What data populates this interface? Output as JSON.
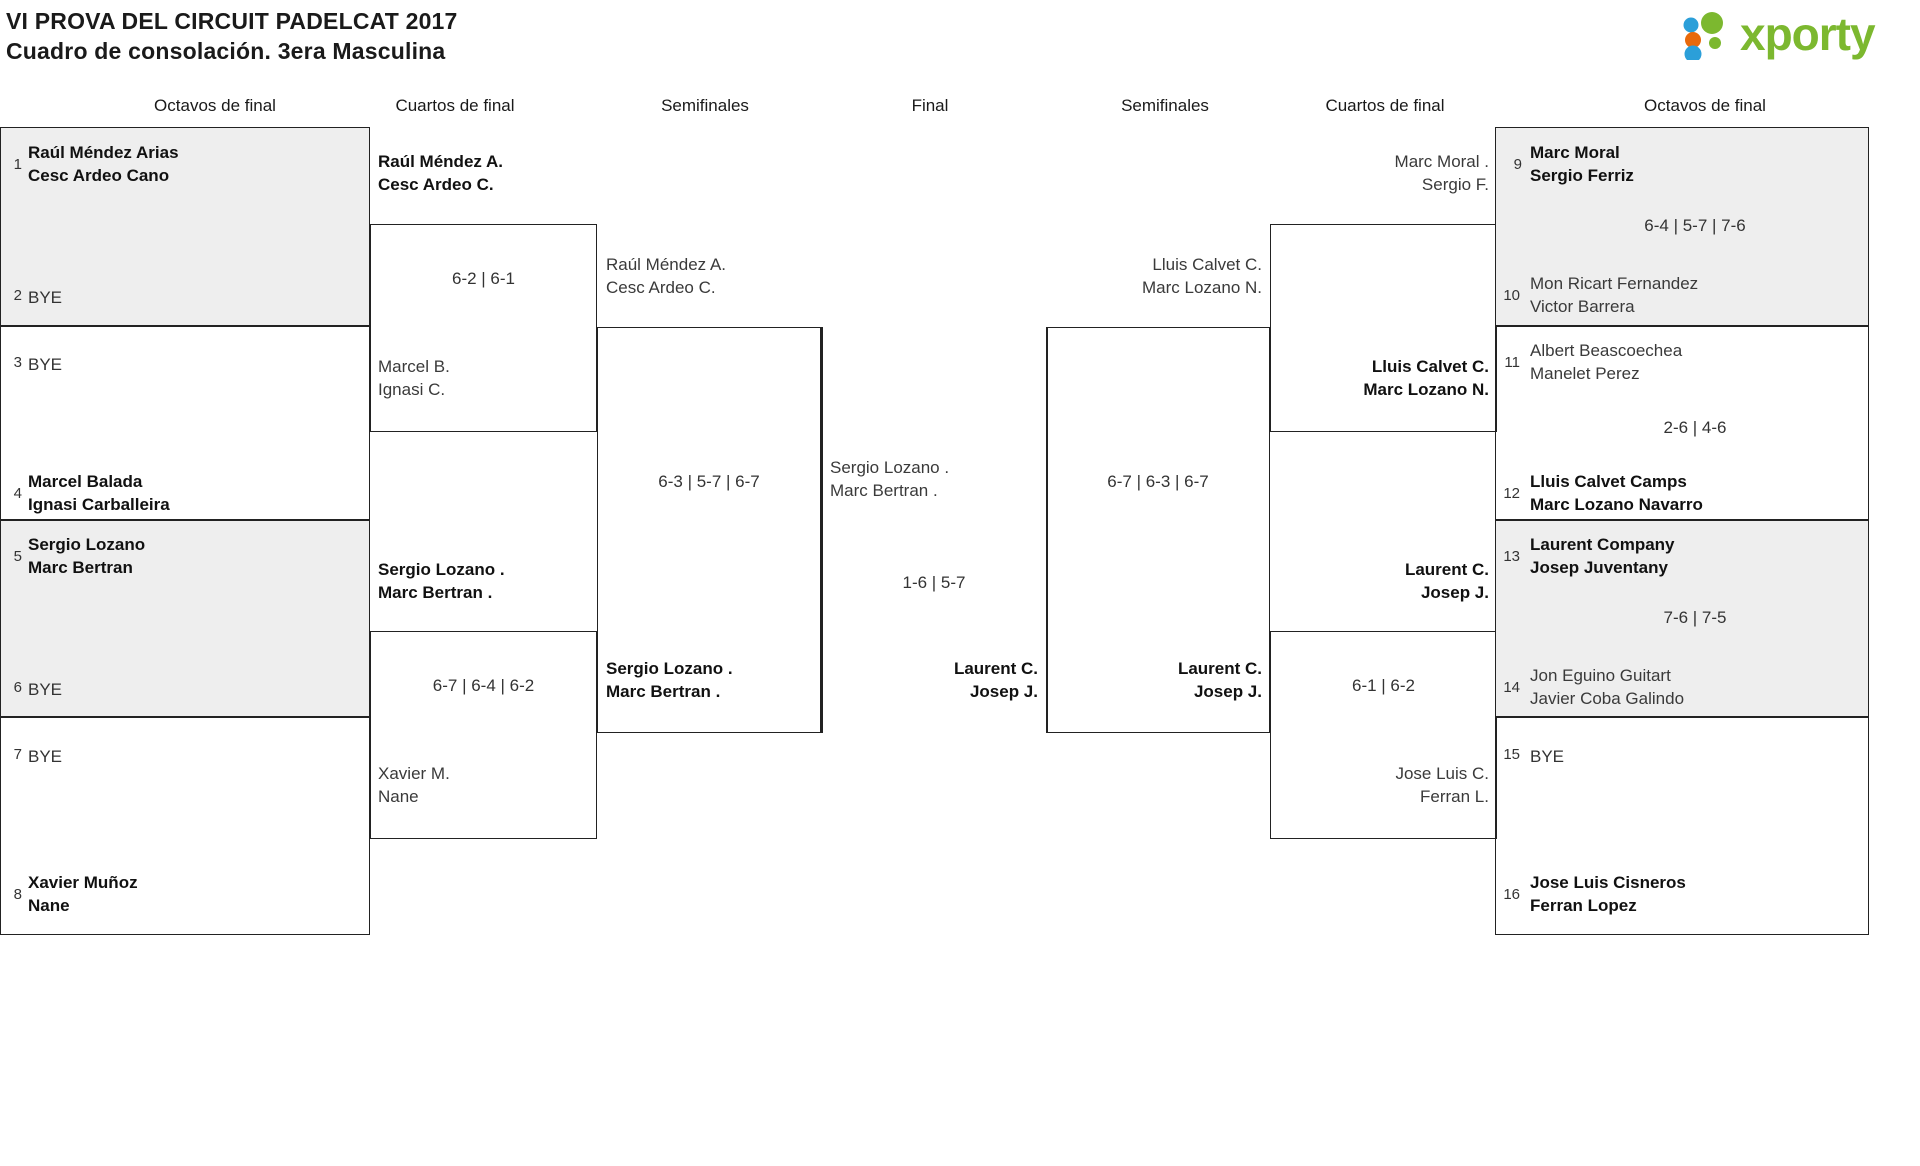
{
  "header": {
    "title_line1": "VI PROVA DEL CIRCUIT PADELCAT 2017",
    "title_line2": "Cuadro de consolación. 3era Masculina",
    "logo_text": "xporty",
    "logo_colors": {
      "green": "#7cb82f",
      "blue": "#2b9fd9",
      "orange": "#e8690b"
    }
  },
  "round_headers": {
    "left_r16": "Octavos de final",
    "left_qf": "Cuartos de final",
    "left_sf": "Semifinales",
    "final": "Final",
    "right_sf": "Semifinales",
    "right_qf": "Cuartos de final",
    "right_r16": "Octavos de final"
  },
  "labels": {
    "bye": "BYE"
  },
  "left_r16": [
    {
      "seed": "1",
      "line1": "Raúl Méndez Arias",
      "line2": "Cesc Ardeo Cano",
      "winner": true,
      "bye": false
    },
    {
      "seed": "2",
      "line1": "BYE",
      "line2": "",
      "winner": false,
      "bye": true
    },
    {
      "seed": "3",
      "line1": "BYE",
      "line2": "",
      "winner": false,
      "bye": true
    },
    {
      "seed": "4",
      "line1": "Marcel Balada",
      "line2": "Ignasi Carballeira",
      "winner": true,
      "bye": false
    },
    {
      "seed": "5",
      "line1": "Sergio Lozano",
      "line2": "Marc Bertran",
      "winner": true,
      "bye": false
    },
    {
      "seed": "6",
      "line1": "BYE",
      "line2": "",
      "winner": false,
      "bye": true
    },
    {
      "seed": "7",
      "line1": "BYE",
      "line2": "",
      "winner": false,
      "bye": true
    },
    {
      "seed": "8",
      "line1": "Xavier Muñoz",
      "line2": "Nane",
      "winner": true,
      "bye": false
    }
  ],
  "right_r16": [
    {
      "seed": "9",
      "line1": "Marc Moral",
      "line2": "Sergio Ferriz",
      "winner": true,
      "bye": false
    },
    {
      "seed": "10",
      "line1": "Mon Ricart Fernandez",
      "line2": "Victor Barrera",
      "winner": false,
      "bye": false
    },
    {
      "seed": "11",
      "line1": "Albert Beascoechea",
      "line2": "Manelet Perez",
      "winner": false,
      "bye": false
    },
    {
      "seed": "12",
      "line1": "Lluis Calvet Camps",
      "line2": "Marc Lozano Navarro",
      "winner": true,
      "bye": false
    },
    {
      "seed": "13",
      "line1": "Laurent Company",
      "line2": "Josep Juventany",
      "winner": true,
      "bye": false
    },
    {
      "seed": "14",
      "line1": "Jon Eguino Guitart",
      "line2": "Javier Coba Galindo",
      "winner": false,
      "bye": false
    },
    {
      "seed": "15",
      "line1": "BYE",
      "line2": "",
      "winner": false,
      "bye": true
    },
    {
      "seed": "16",
      "line1": "Jose Luis Cisneros",
      "line2": "Ferran Lopez",
      "winner": true,
      "bye": false
    }
  ],
  "right_r16_scores": {
    "m9_10": "6-4 | 5-7 | 7-6",
    "m11_12": "2-6 | 4-6",
    "m13_14": "7-6 | 7-5",
    "m15_16": ""
  },
  "left_qf": [
    {
      "line1": "Raúl Méndez A.",
      "line2": "Cesc Ardeo C.",
      "winner": true
    },
    {
      "line1": "Marcel B.",
      "line2": "Ignasi C.",
      "winner": false
    },
    {
      "line1": "Sergio Lozano .",
      "line2": "Marc Bertran .",
      "winner": true
    },
    {
      "line1": "Xavier M.",
      "line2": "Nane",
      "winner": false
    }
  ],
  "left_qf_scores": {
    "qf1": "6-2 | 6-1",
    "qf2": "6-7 | 6-4 | 6-2"
  },
  "right_qf": [
    {
      "line1": "Marc Moral .",
      "line2": "Sergio F.",
      "winner": false
    },
    {
      "line1": "Lluis Calvet C.",
      "line2": "Marc Lozano N.",
      "winner": true
    },
    {
      "line1": "Laurent C.",
      "line2": "Josep J.",
      "winner": true
    },
    {
      "line1": "Jose Luis C.",
      "line2": "Ferran L.",
      "winner": false
    }
  ],
  "right_qf_scores": {
    "qf1": "",
    "qf2": "6-1 | 6-2"
  },
  "left_sf": [
    {
      "line1": "Raúl Méndez A.",
      "line2": "Cesc Ardeo C.",
      "winner": false
    },
    {
      "line1": "Sergio Lozano .",
      "line2": "Marc Bertran .",
      "winner": true
    }
  ],
  "left_sf_score": "6-3 | 5-7 | 6-7",
  "right_sf": [
    {
      "line1": "Lluis Calvet C.",
      "line2": "Marc Lozano N.",
      "winner": false
    },
    {
      "line1": "Laurent C.",
      "line2": "Josep J.",
      "winner": true
    }
  ],
  "right_sf_score": "6-7 | 6-3 | 6-7",
  "final": {
    "left_team": {
      "line1": "Sergio Lozano .",
      "line2": "Marc Bertran .",
      "winner": false
    },
    "right_team": {
      "line1": "Laurent C.",
      "line2": "Josep J.",
      "winner": true
    },
    "score": "1-6 | 5-7"
  }
}
